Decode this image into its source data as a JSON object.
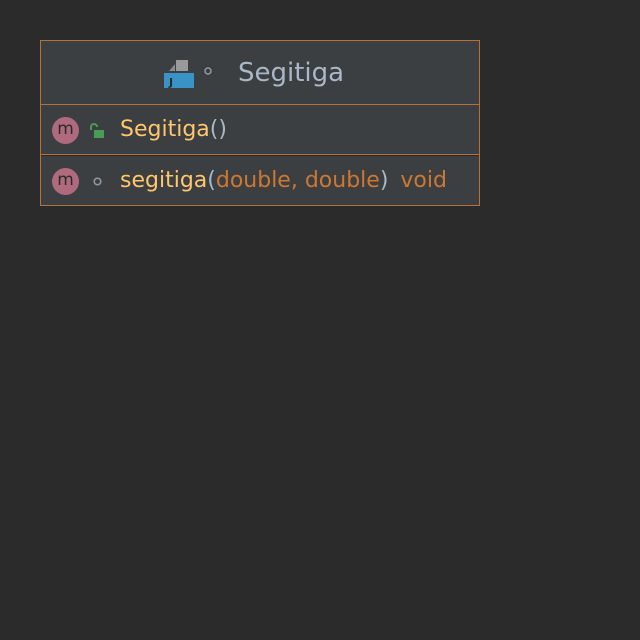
{
  "class": {
    "name": "Segitiga",
    "icon": "java-file-icon"
  },
  "members": [
    {
      "kind_badge": "m",
      "visibility_icon": "unlock-icon",
      "name": "Segitiga",
      "open_paren": "(",
      "params": "",
      "close_paren": ")",
      "return_type": ""
    },
    {
      "kind_badge": "m",
      "visibility_icon": "package-private-dot-icon",
      "name": "segitiga",
      "open_paren": "(",
      "params": "double, double",
      "close_paren": ")",
      "return_type": "void"
    }
  ],
  "colors": {
    "background": "#2b2b2b",
    "border": "#b4723a",
    "method_name": "#ffc66d",
    "keyword": "#cc7832",
    "badge": "#b06a7e",
    "unlock": "#499c54"
  }
}
